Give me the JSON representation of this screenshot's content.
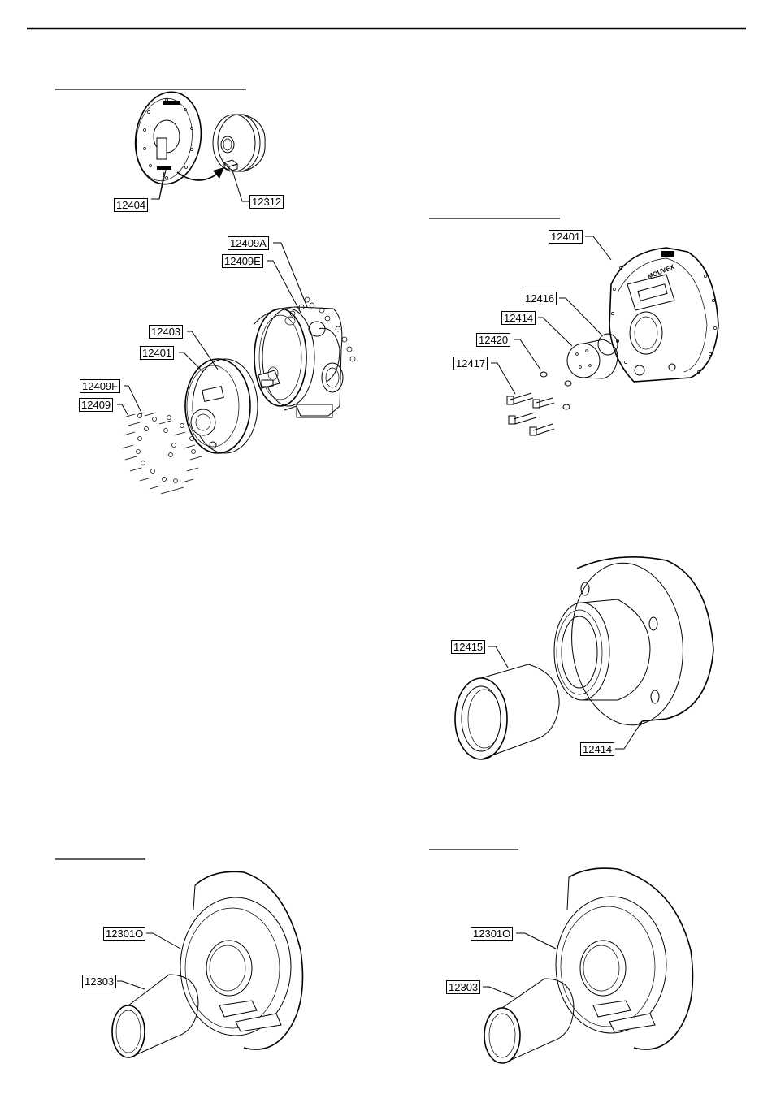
{
  "part_numbers": {
    "p12404": "12404",
    "p12312": "12312",
    "p12409A": "12409A",
    "p12409E": "12409E",
    "p12403": "12403",
    "p12401_left": "12401",
    "p12409F": "12409F",
    "p12409": "12409",
    "p12401_right": "12401",
    "p12416": "12416",
    "p12414_top": "12414",
    "p12420": "12420",
    "p12417": "12417",
    "p12415": "12415",
    "p12414_bottom": "12414",
    "p12301O_left": "12301O",
    "p12303_left": "12303",
    "p12301O_right": "12301O",
    "p12303_right": "12303"
  },
  "cover_text": "MOUVEX"
}
